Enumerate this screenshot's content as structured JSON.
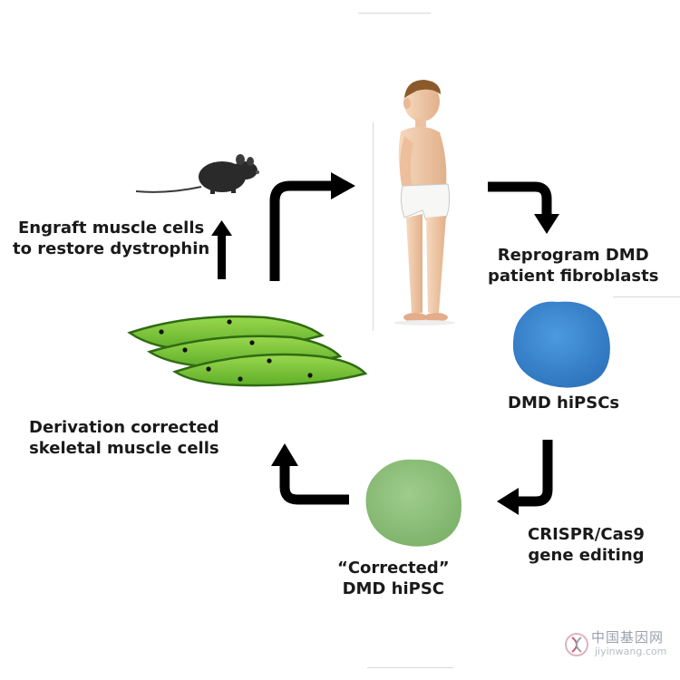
{
  "diagram": {
    "steps": {
      "reprogram": [
        "Reprogram DMD",
        "patient fibroblasts"
      ],
      "hipscs": [
        "DMD hiPSCs"
      ],
      "crispr": [
        "CRISPR/Cas9",
        "gene editing"
      ],
      "corrected": [
        "“Corrected”",
        "DMD hiPSC"
      ],
      "derivation": [
        "Derivation corrected",
        "skeletal muscle cells"
      ],
      "engraft": [
        "Engraft muscle cells",
        "to restore dystrophin"
      ]
    },
    "colors": {
      "arrow": "#000000",
      "hipsc_blue": "#3a86d1",
      "corrected_green": "#8cc07a",
      "muscle_fill": "#7cc43a",
      "muscle_edge": "#2f6b12",
      "mouse": "#2a2a2a",
      "skin": "#f2cfb0"
    },
    "icons": [
      "mouse-icon",
      "boy-patient-icon",
      "hipsc-cell-icon",
      "corrected-cell-icon",
      "muscle-cells-icon"
    ]
  },
  "watermark": {
    "cn": "中国基因网",
    "en": "jiyinwang.com"
  }
}
